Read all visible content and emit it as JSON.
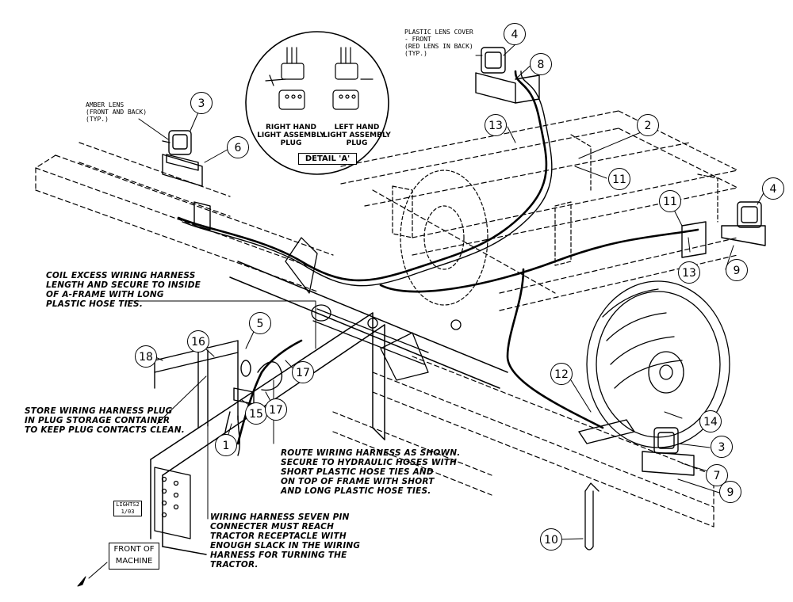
{
  "notes": {
    "coil_excess": "COIL EXCESS WIRING HARNESS\nLENGTH AND SECURE TO INSIDE\nOF A-FRAME WITH LONG\nPLASTIC HOSE TIES.",
    "store_plug": "STORE WIRING HARNESS PLUG\nIN PLUG STORAGE CONTAINER\nTO KEEP PLUG CONTACTS CLEAN.",
    "route_harness": "ROUTE WIRING HARNESS AS SHOWN.\nSECURE TO HYDRAULIC HOSES WITH\nSHORT PLASTIC HOSE TIES AND\nON TOP OF FRAME WITH SHORT\nAND LONG PLASTIC HOSE TIES.",
    "seven_pin": "WIRING HARNESS SEVEN PIN\nCONNECTER MUST REACH\nTRACTOR RECEPTACLE WITH\nENOUGH SLACK IN THE WIRING\nHARNESS FOR TURNING THE\nTRACTOR.",
    "amber_lens": "AMBER LENS\n(FRONT AND BACK)\n(TYP.)",
    "plastic_lens": "PLASTIC LENS COVER\n- FRONT\n(RED LENS IN BACK)\n(TYP.)"
  },
  "detail": {
    "title": "DETAIL 'A'",
    "right_plug": "RIGHT HAND\nLIGHT ASSEMBLY\nPLUG",
    "left_plug": "LEFT HAND\nLIGHT ASSEMBLY\nPLUG"
  },
  "front_label": "FRONT OF\nMACHINE",
  "drawing_id": "LIGHTS2\n1/03",
  "callouts": [
    "1",
    "2",
    "3",
    "3",
    "4",
    "4",
    "5",
    "6",
    "7",
    "8",
    "9",
    "9",
    "10",
    "11",
    "11",
    "12",
    "13",
    "13",
    "14",
    "15",
    "16",
    "17",
    "17",
    "18"
  ]
}
